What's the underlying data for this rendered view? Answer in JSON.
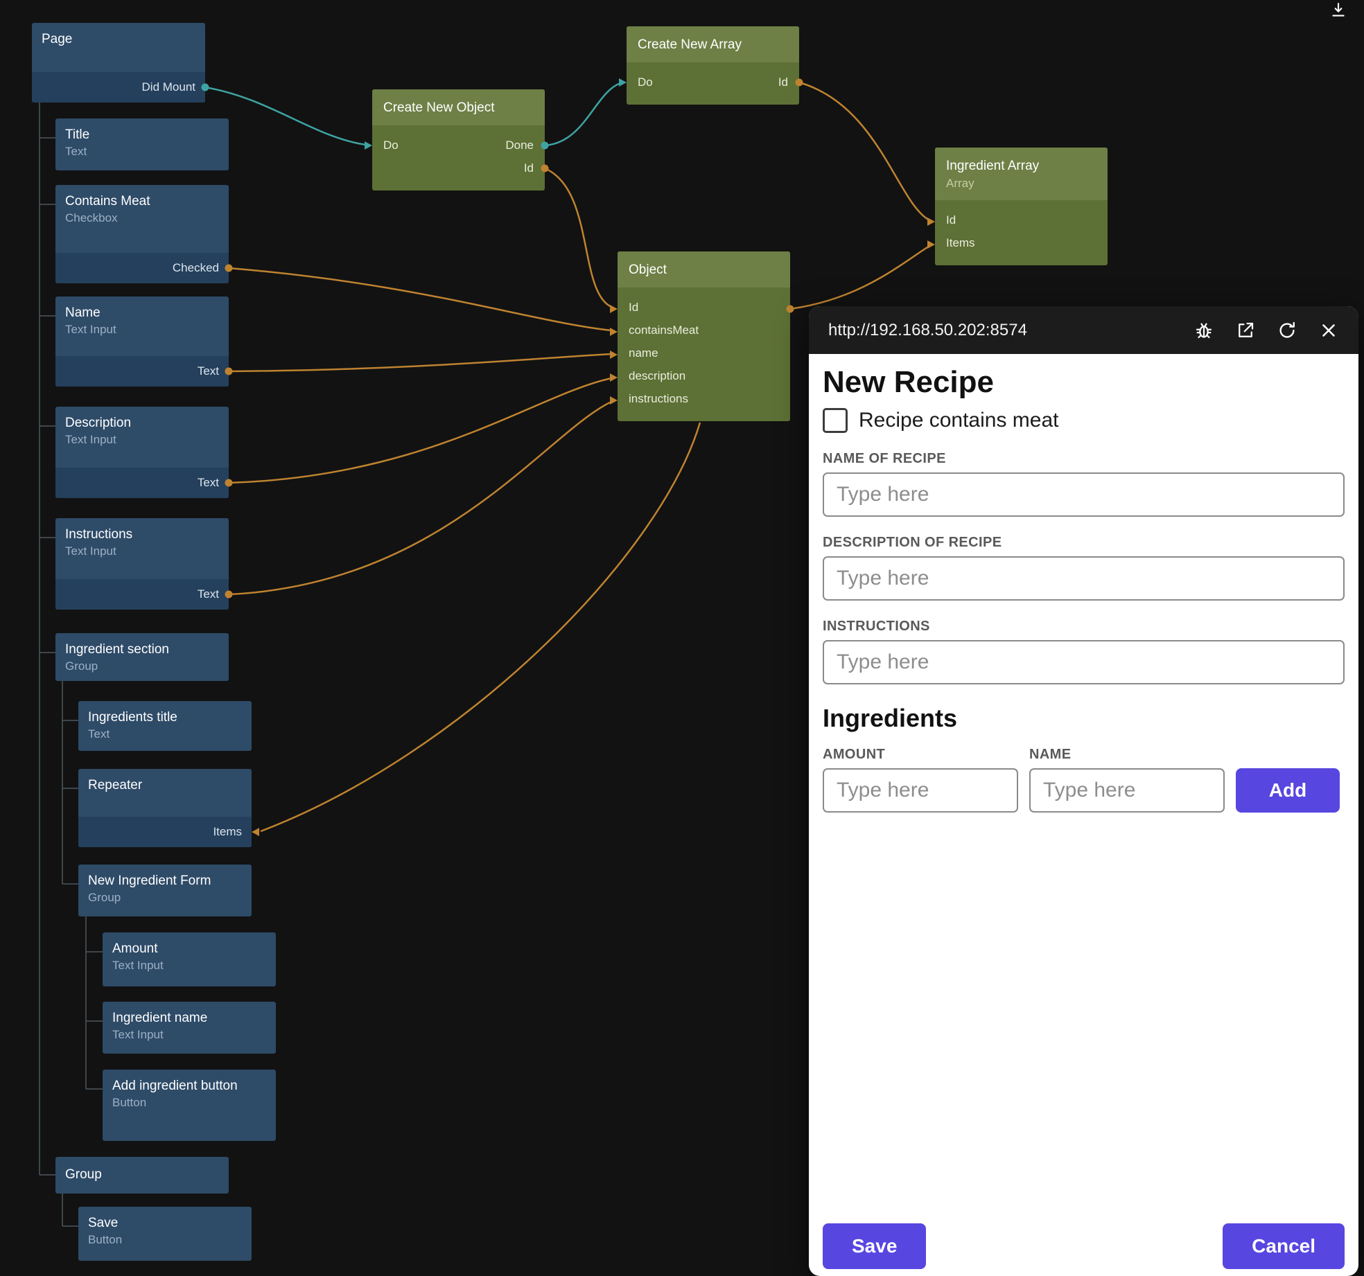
{
  "graph": {
    "nodes": {
      "page": {
        "title": "Page",
        "out": "Did Mount"
      },
      "titleText": {
        "title": "Title",
        "subtitle": "Text"
      },
      "containsMeat": {
        "title": "Contains Meat",
        "subtitle": "Checkbox",
        "out": "Checked"
      },
      "name": {
        "title": "Name",
        "subtitle": "Text Input",
        "out": "Text"
      },
      "description": {
        "title": "Description",
        "subtitle": "Text Input",
        "out": "Text"
      },
      "instructions": {
        "title": "Instructions",
        "subtitle": "Text Input",
        "out": "Text"
      },
      "ingredientSection": {
        "title": "Ingredient section",
        "subtitle": "Group"
      },
      "ingredientsTitle": {
        "title": "Ingredients title",
        "subtitle": "Text"
      },
      "repeater": {
        "title": "Repeater",
        "in": "Items"
      },
      "newIngredientForm": {
        "title": "New Ingredient Form",
        "subtitle": "Group"
      },
      "amount": {
        "title": "Amount",
        "subtitle": "Text Input"
      },
      "ingredientName": {
        "title": "Ingredient name",
        "subtitle": "Text Input"
      },
      "addIngredientButton": {
        "title": "Add ingredient button",
        "subtitle": "Button"
      },
      "group": {
        "title": "Group"
      },
      "saveButton": {
        "title": "Save",
        "subtitle": "Button"
      },
      "createNewObject": {
        "title": "Create New Object",
        "inDo": "Do",
        "outDone": "Done",
        "outId": "Id"
      },
      "createNewArray": {
        "title": "Create New Array",
        "inDo": "Do",
        "outId": "Id"
      },
      "object": {
        "title": "Object",
        "ports": [
          "Id",
          "containsMeat",
          "name",
          "description",
          "instructions"
        ]
      },
      "ingredientArray": {
        "title": "Ingredient Array",
        "subtitle": "Array",
        "ports": [
          "Id",
          "Items"
        ]
      }
    }
  },
  "preview": {
    "url": "http://192.168.50.202:8574",
    "toolbar_icons": [
      "debug-icon",
      "open-in-new-icon",
      "refresh-icon",
      "close-icon"
    ],
    "title": "New Recipe",
    "checkbox_label": "Recipe contains meat",
    "name_label": "NAME OF RECIPE",
    "name_placeholder": "Type here",
    "description_label": "DESCRIPTION OF RECIPE",
    "description_placeholder": "Type here",
    "instructions_label": "INSTRUCTIONS",
    "instructions_placeholder": "Type here",
    "ingredients_title": "Ingredients",
    "amount_label": "AMOUNT",
    "amount_placeholder": "Type here",
    "ingredient_name_label": "NAME",
    "ingredient_name_placeholder": "Type here",
    "add_label": "Add",
    "save_label": "Save",
    "cancel_label": "Cancel"
  },
  "colors": {
    "accent": "#5746e0",
    "signal_wire": "#3fa3a3",
    "data_wire": "#bf8330",
    "component_node": "#2e4b68",
    "logic_node": "#5d7035"
  }
}
